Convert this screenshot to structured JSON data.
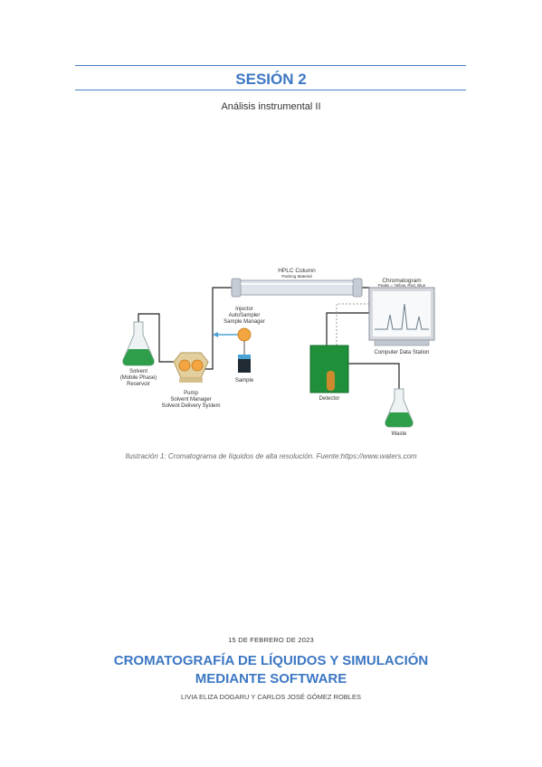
{
  "header": {
    "title": "SESIÓN 2",
    "subtitle": "Análisis instrumental II"
  },
  "diagram": {
    "labels": {
      "hplc_column": "HPLC Column",
      "packing_material": "Packing Material",
      "injector_1": "Injector",
      "injector_2": "AutoSampler",
      "injector_3": "Sample Manager",
      "sample": "Sample",
      "solvent_1": "Solvent",
      "solvent_2": "(Mobile Phase)",
      "solvent_3": "Reservoir",
      "pump_1": "Pump",
      "pump_2": "Solvent Manager",
      "pump_3": "Solvent Delivery System",
      "detector": "Detector",
      "chromatogram": "Chromatogram",
      "peaks": "Peaks = Yellow, Red, Blue",
      "computer": "Computer Data Station",
      "waste": "Waste"
    },
    "colors": {
      "liquid_green": "#2e9e4a",
      "detector_green": "#1f8f3a",
      "pump_orange": "#f2a541",
      "flow_blue": "#4aa3d6"
    }
  },
  "caption": "Ilustración 1: Cromatograma de líquidos de alta resolución. Fuente:https://www.waters.com",
  "footer": {
    "date": "15 DE FEBRERO DE 2023",
    "title_line1": "CROMATOGRAFÍA DE LÍQUIDOS Y SIMULACIÓN",
    "title_line2": "MEDIANTE SOFTWARE",
    "authors": "LIVIA ELIZA DOGARU Y CARLOS JOSÉ GÓMEZ ROBLES"
  }
}
